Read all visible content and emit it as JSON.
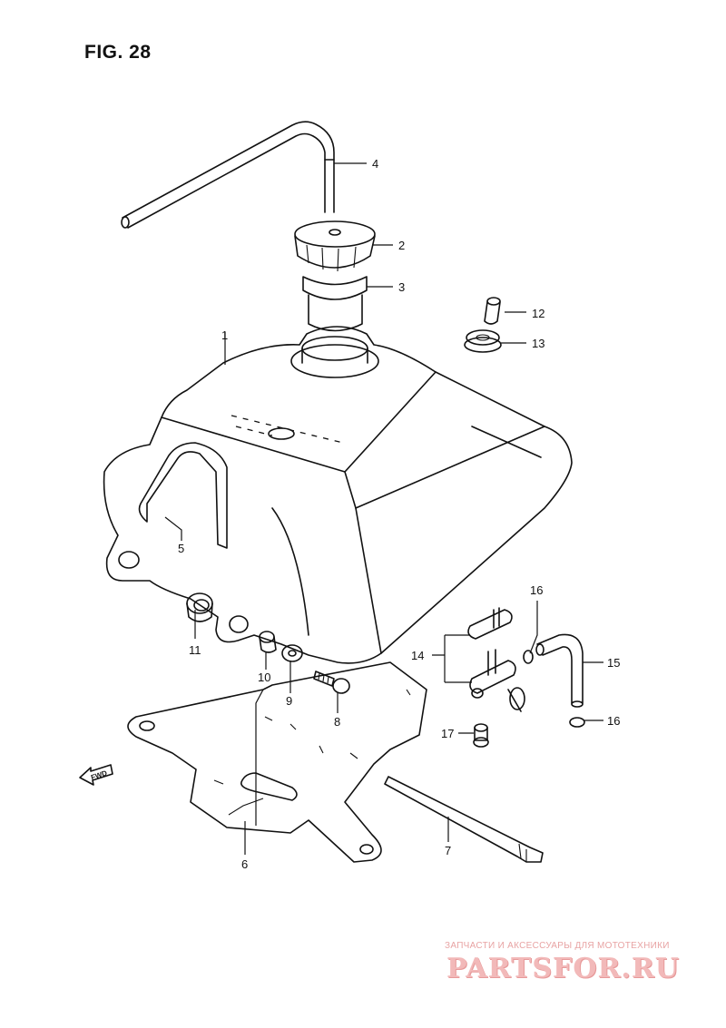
{
  "figure": {
    "title": "FIG. 28"
  },
  "direction_marker": {
    "label": "FWD",
    "icon": "forward-arrow-icon"
  },
  "callouts": [
    "1",
    "2",
    "3",
    "4",
    "5",
    "6",
    "7",
    "8",
    "9",
    "10",
    "11",
    "12",
    "13",
    "14",
    "15",
    "16",
    "16",
    "17"
  ],
  "watermark": {
    "tagline": "ЗАПЧАСТИ И АКСЕССУАРЫ ДЛЯ МОТОТЕХНИКИ",
    "logo": "PARTSFOR.RU",
    "color": "#f2b9b9"
  }
}
